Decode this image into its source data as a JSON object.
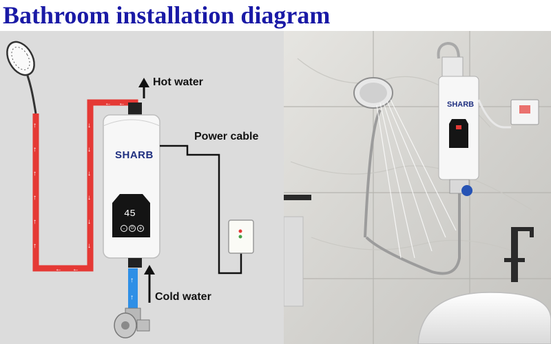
{
  "title": "Bathroom installation diagram",
  "labels": {
    "hot_water": "Hot water",
    "power_cable": "Power cable",
    "cold_water": "Cold water"
  },
  "heater": {
    "brand": "SHARB",
    "display_value": "45",
    "control_icons": [
      "minus-icon",
      "power-icon",
      "plus-icon"
    ]
  },
  "photo": {
    "brand": "SHARB"
  },
  "colors": {
    "title": "#1a1aa6",
    "hot_pipe": "#e53935",
    "cold_pipe": "#2e8fe6",
    "panel_background": "#dcdcdc"
  }
}
